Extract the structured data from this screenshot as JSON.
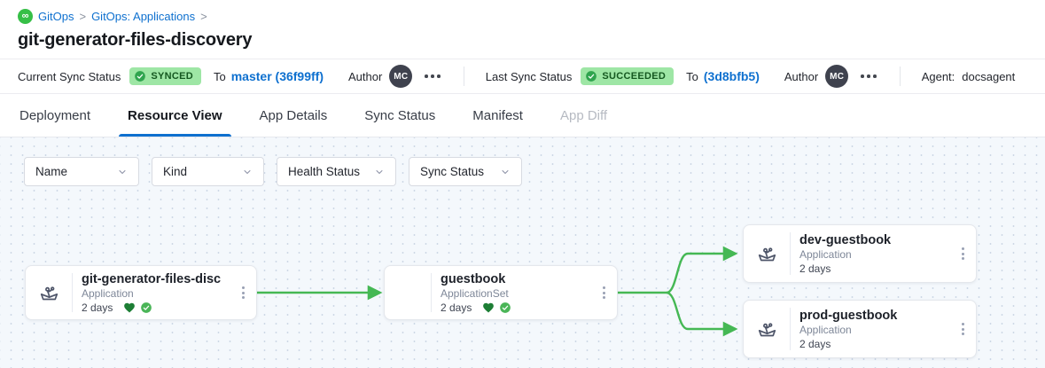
{
  "breadcrumb": {
    "gitops_label": "GitOps",
    "applications_label": "GitOps: Applications",
    "separator": ">"
  },
  "page_title": "git-generator-files-discovery",
  "status_bar": {
    "current": {
      "label": "Current Sync Status",
      "badge": "SYNCED",
      "to_label": "To",
      "revision": "master (36f99ff)",
      "author_label": "Author",
      "avatar_initials": "MC"
    },
    "last": {
      "label": "Last Sync Status",
      "badge": "SUCCEEDED",
      "to_label": "To",
      "revision": "(3d8bfb5)",
      "author_label": "Author",
      "avatar_initials": "MC"
    },
    "agent_label": "Agent:",
    "agent_value": "docsagent"
  },
  "tabs": [
    {
      "label": "Deployment",
      "state": "normal"
    },
    {
      "label": "Resource View",
      "state": "active"
    },
    {
      "label": "App Details",
      "state": "normal"
    },
    {
      "label": "Sync Status",
      "state": "normal"
    },
    {
      "label": "Manifest",
      "state": "normal"
    },
    {
      "label": "App Diff",
      "state": "disabled"
    }
  ],
  "filters": [
    {
      "label": "Name"
    },
    {
      "label": "Kind"
    },
    {
      "label": "Health Status"
    },
    {
      "label": "Sync Status"
    }
  ],
  "graph": {
    "nodes": [
      {
        "title": "git-generator-files-disco...",
        "kind": "Application",
        "age": "2 days",
        "health": "healthy-synced"
      },
      {
        "title": "guestbook",
        "kind": "ApplicationSet",
        "age": "2 days",
        "health": "healthy-synced"
      },
      {
        "title": "dev-guestbook",
        "kind": "Application",
        "age": "2 days",
        "health": "none"
      },
      {
        "title": "prod-guestbook",
        "kind": "Application",
        "age": "2 days",
        "health": "none"
      }
    ]
  },
  "colors": {
    "accent_blue": "#0e70cf",
    "badge_green_bg": "#9ee6a5",
    "badge_green_text": "#14571f",
    "edge_green": "#45b854",
    "heart_green": "#1d7e35",
    "check_green": "#4ab557",
    "avatar_bg": "#3f424e"
  }
}
